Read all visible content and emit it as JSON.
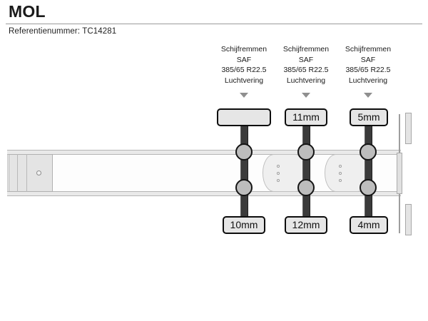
{
  "header": {
    "brand": "MOL",
    "reference_label": "Referentienummer: TC14281"
  },
  "vehicle": {
    "type": "semi-trailer-side-view",
    "axle_count": 3
  },
  "axles": [
    {
      "id": "axle-1",
      "spec": {
        "brakes": "Schijfremmen",
        "make": "SAF",
        "tyre_size": "385/65 R22.5",
        "suspension": "Luchtvering"
      },
      "tread_top": "",
      "tread_bottom": "10mm"
    },
    {
      "id": "axle-2",
      "spec": {
        "brakes": "Schijfremmen",
        "make": "SAF",
        "tyre_size": "385/65 R22.5",
        "suspension": "Luchtvering"
      },
      "tread_top": "11mm",
      "tread_bottom": "12mm"
    },
    {
      "id": "axle-3",
      "spec": {
        "brakes": "Schijfremmen",
        "make": "SAF",
        "tyre_size": "385/65 R22.5",
        "suspension": "Luchtvering"
      },
      "tread_top": "5mm",
      "tread_bottom": "4mm"
    }
  ],
  "colors": {
    "axle_bar": "#3b3b3b",
    "hub_fill": "#bdbdbd",
    "box_border": "#0d0d0d",
    "box_fill": "#e6e6e6",
    "chassis_fill": "#e9e9e9",
    "caret": "#8f8f8f",
    "divider": "#9a9a9a",
    "text": "#1a1a1a"
  }
}
